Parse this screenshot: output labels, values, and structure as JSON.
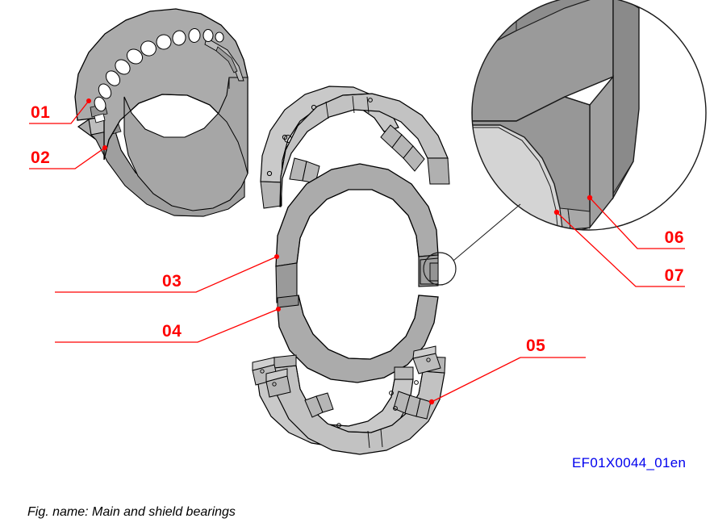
{
  "figure": {
    "caption": "Fig. name: Main and shield bearings",
    "reference_code": "EF01X0044_01en",
    "caption_color": "#000000",
    "reference_code_color": "#0000ee",
    "background_color": "#ffffff"
  },
  "callouts": [
    {
      "id": "01",
      "label": "01",
      "color": "#ff0000"
    },
    {
      "id": "02",
      "label": "02",
      "color": "#ff0000"
    },
    {
      "id": "03",
      "label": "03",
      "color": "#ff0000"
    },
    {
      "id": "04",
      "label": "04",
      "color": "#ff0000"
    },
    {
      "id": "05",
      "label": "05",
      "color": "#ff0000"
    },
    {
      "id": "06",
      "label": "06",
      "color": "#ff0000"
    },
    {
      "id": "07",
      "label": "07",
      "color": "#ff0000"
    }
  ],
  "palette": {
    "outline": "#000000",
    "shell_mid_gray": "#ababab",
    "shell_light_gray": "#d4d4d4",
    "shell_pale_gray": "#c9c9c9",
    "detail_dark_gray": "#9a9a9a",
    "detail_light_gray": "#d4d4d4",
    "leader_red": "#ff0000",
    "detail_circle_stroke": "#1a1a1a"
  },
  "parts": [
    {
      "name": "main-bearing-upper-shell-with-oil-holes",
      "callout": "01"
    },
    {
      "name": "main-bearing-lower-shell",
      "callout": "02"
    },
    {
      "name": "shield-bearing-upper-half",
      "callout": "03"
    },
    {
      "name": "shield-bearing-lower-half",
      "callout": "04"
    },
    {
      "name": "shield-bearing-lower-assembly",
      "callout": "05"
    },
    {
      "name": "bearing-edge-chamfer-detail",
      "callout": "06"
    },
    {
      "name": "bearing-lining-edge-detail",
      "callout": "07"
    }
  ]
}
